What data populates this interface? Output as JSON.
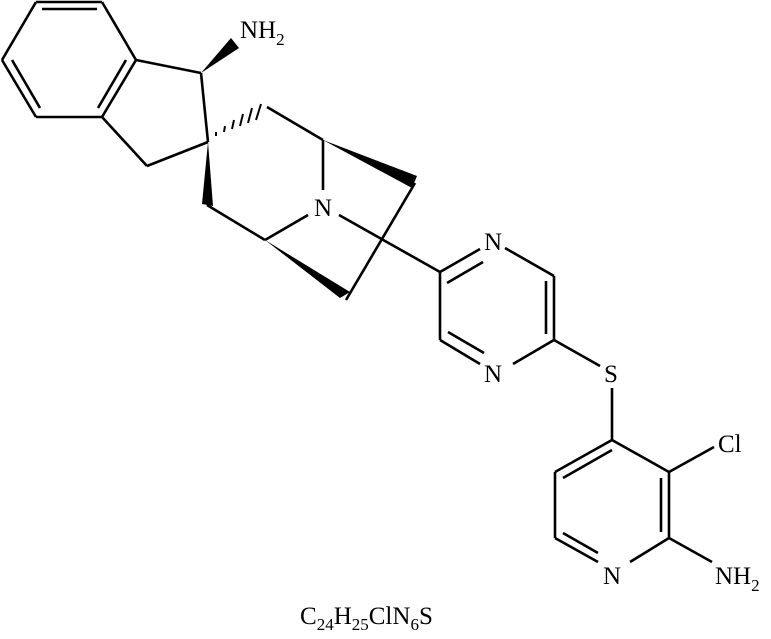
{
  "diagram": {
    "type": "chemical-structure",
    "formula": {
      "parts": [
        {
          "text": "C",
          "sub": "24"
        },
        {
          "text": "H",
          "sub": "25"
        },
        {
          "text": "ClN",
          "sub": "6"
        },
        {
          "text": "S",
          "sub": ""
        }
      ],
      "full": "C24H25ClN6S"
    },
    "atom_labels": {
      "indane_amine": {
        "main": "NH",
        "sub": "2"
      },
      "bridge_nitrogen": "N",
      "pyrazine_n1": "N",
      "pyrazine_n4": "N",
      "thioether": "S",
      "chloro": "Cl",
      "pyridine_n": "N",
      "pyridine_amine": {
        "main": "NH",
        "sub": "2"
      }
    },
    "colors": {
      "ink": "#000000",
      "background": "#ffffff"
    }
  }
}
